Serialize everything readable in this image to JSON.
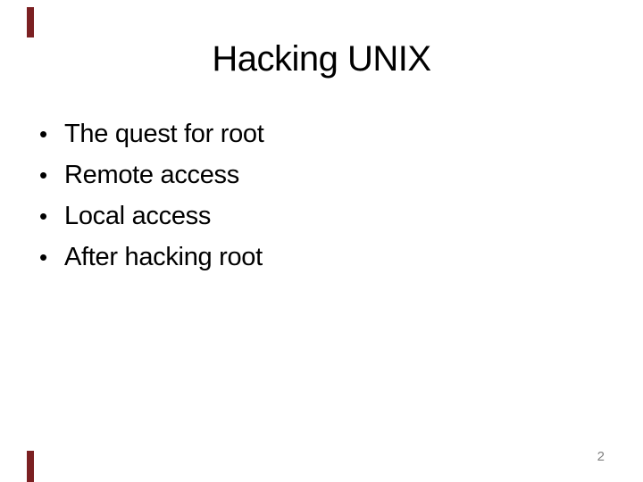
{
  "slide": {
    "title": "Hacking UNIX",
    "bullet_glyph": "•",
    "bullets": [
      "The quest for root",
      "Remote access",
      "Local access",
      "After hacking root"
    ],
    "page_number": "2",
    "colors": {
      "background": "#ffffff",
      "title": "#000000",
      "body_text": "#000000",
      "accent_bar": "#7b2022",
      "page_number": "#808080"
    }
  }
}
